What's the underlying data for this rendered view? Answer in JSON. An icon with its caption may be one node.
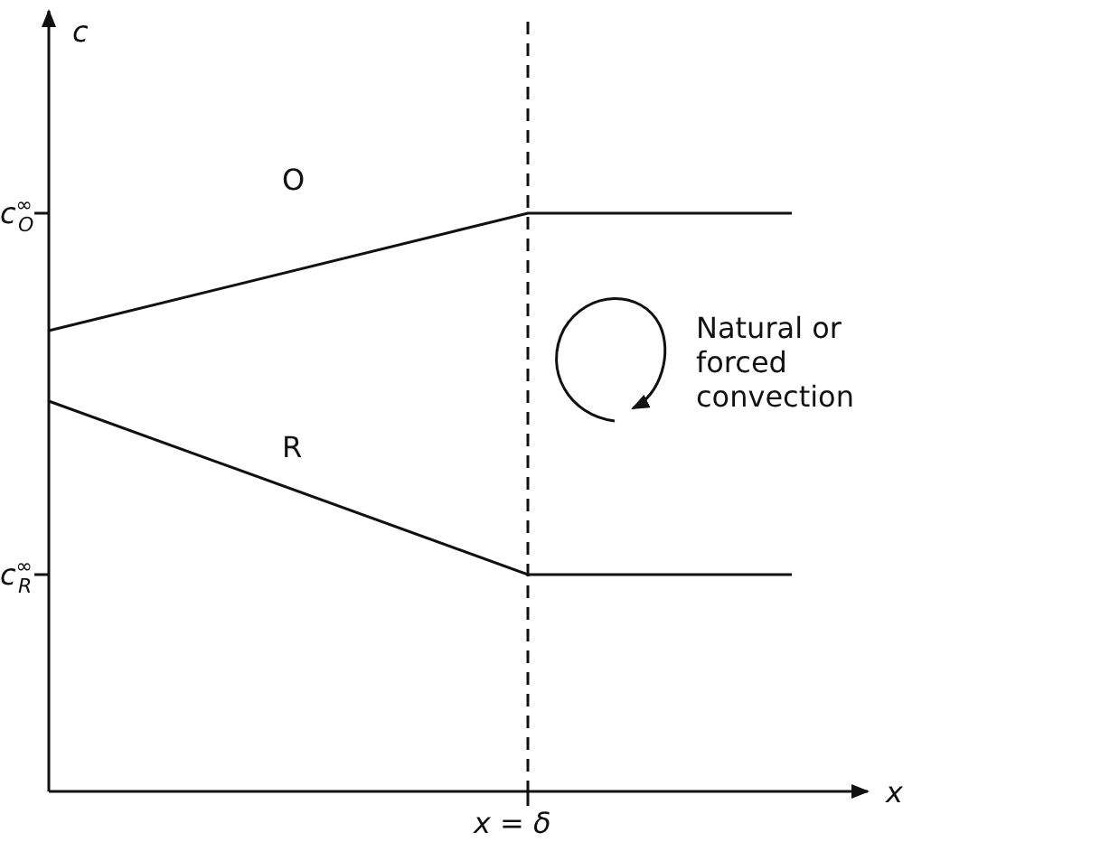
{
  "diagram": {
    "labels": [
      "c",
      "c$^{∞}$$_{O}$",
      "O",
      "R",
      "c$^{∞}$$_{R}$",
      "Natural or forced convection",
      "x",
      "x = δ"
    ]
  }
}
